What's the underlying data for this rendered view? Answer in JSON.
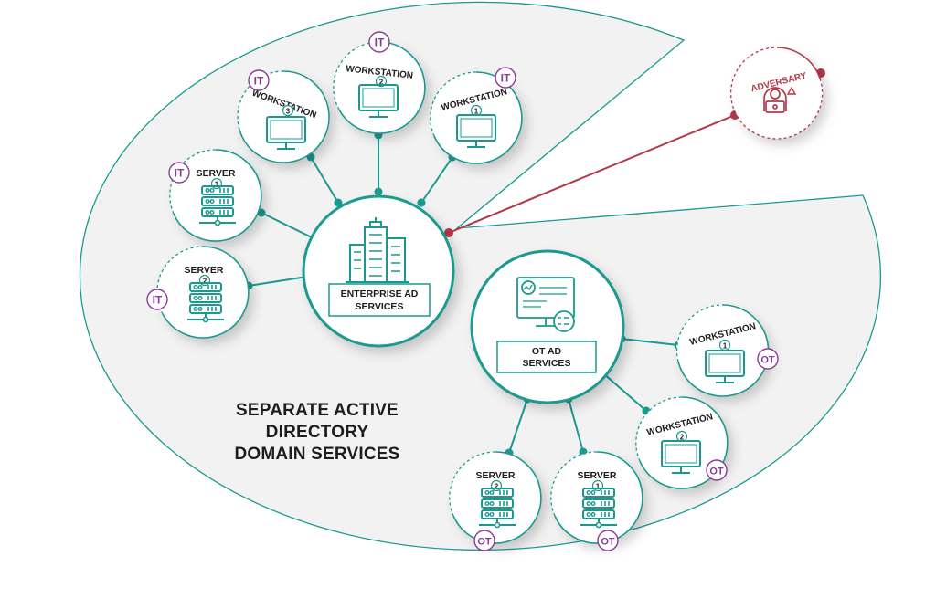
{
  "caption": [
    "SEPARATE ACTIVE",
    "DIRECTORY",
    "DOMAIN SERVICES"
  ],
  "hubs": {
    "enterprise": [
      "ENTERPRISE AD",
      "SERVICES"
    ],
    "ot": [
      "OT AD",
      "SERVICES"
    ]
  },
  "adversary": {
    "label": "ADVERSARY"
  },
  "it_nodes": [
    {
      "label": "SERVER",
      "number": "1",
      "badge": "IT"
    },
    {
      "label": "SERVER",
      "number": "2",
      "badge": "IT"
    },
    {
      "label": "WORKSTATION",
      "number": "3",
      "badge": "IT"
    },
    {
      "label": "WORKSTATION",
      "number": "2",
      "badge": "IT"
    },
    {
      "label": "WORKSTATION",
      "number": "1",
      "badge": "IT"
    }
  ],
  "ot_nodes": [
    {
      "label": "WORKSTATION",
      "number": "1",
      "badge": "OT"
    },
    {
      "label": "WORKSTATION",
      "number": "2",
      "badge": "OT"
    },
    {
      "label": "SERVER",
      "number": "1",
      "badge": "OT"
    },
    {
      "label": "SERVER",
      "number": "2",
      "badge": "OT"
    }
  ],
  "colors": {
    "teal": "#1a9a8f",
    "purple": "#8a3d96",
    "red": "#b23a48",
    "bg": "#f2f2f2"
  }
}
